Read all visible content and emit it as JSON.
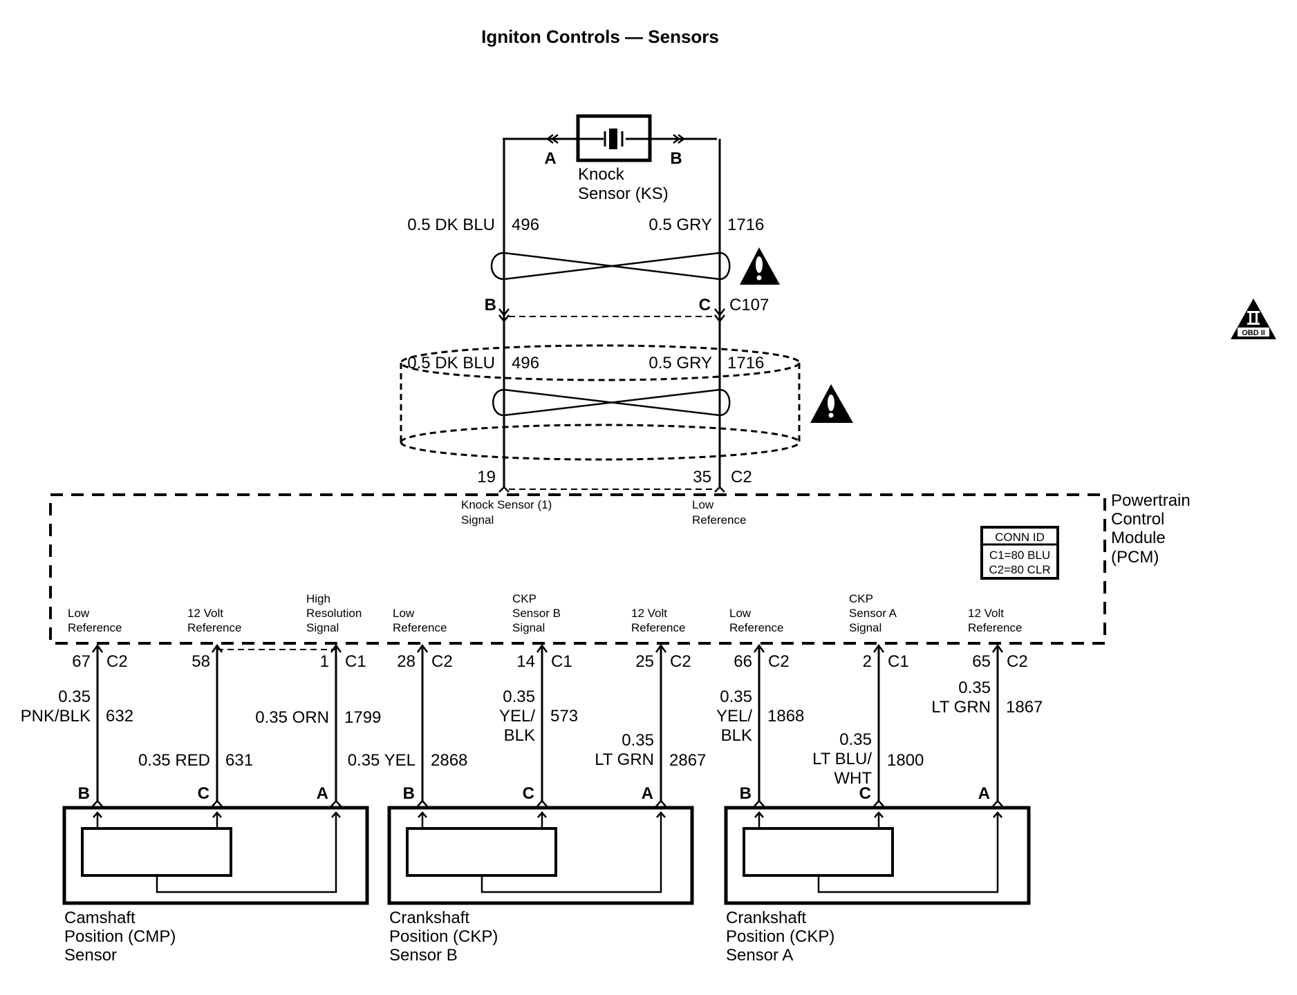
{
  "title": "Igniton Controls — Sensors",
  "knock_sensor": {
    "name_line1": "Knock",
    "name_line2": "Sensor (KS)",
    "pin_a": "A",
    "pin_b": "B"
  },
  "upper_wires": {
    "left_color": "0.5 DK BLU",
    "left_circuit": "496",
    "right_color": "0.5 GRY",
    "right_circuit": "1716"
  },
  "connector_c107": {
    "left_pin": "B",
    "right_pin": "C",
    "name": "C107"
  },
  "lower_shielded_wires": {
    "left_color": "0.5 DK BLU",
    "left_circuit": "496",
    "right_color": "0.5 GRY",
    "right_circuit": "1716"
  },
  "pcm_top_pins": {
    "left_pin": "19",
    "right_pin": "35",
    "connector": "C2",
    "left_func_line1": "Knock Sensor (1)",
    "left_func_line2": "Signal",
    "right_func_line1": "Low",
    "right_func_line2": "Reference"
  },
  "pcm": {
    "name_lines": [
      "Powertrain",
      "Control",
      "Module",
      "(PCM)"
    ],
    "conn_id": {
      "header": "CONN ID",
      "line1": "C1=80 BLU",
      "line2": "C2=80 CLR"
    }
  },
  "obd_badge": {
    "numeral": "II",
    "text": "OBD II"
  },
  "pcm_bottom_pins": [
    {
      "func": [
        "",
        "Low",
        "Reference"
      ],
      "pin": "67",
      "conn": "C2",
      "wire_color": [
        "0.35",
        "PNK/BLK"
      ],
      "circuit": "632",
      "sensor_pin": "B"
    },
    {
      "func": [
        "",
        "12 Volt",
        "Reference"
      ],
      "pin": "58",
      "conn": "",
      "wire_color": [
        "0.35 RED"
      ],
      "circuit": "631",
      "sensor_pin": "C"
    },
    {
      "func": [
        "High",
        "Resolution",
        "Signal"
      ],
      "pin": "1",
      "conn": "C1",
      "wire_color": [
        "0.35 ORN"
      ],
      "circuit": "1799",
      "sensor_pin": "A"
    },
    {
      "func": [
        "",
        "Low",
        "Reference"
      ],
      "pin": "28",
      "conn": "C2",
      "wire_color": [
        "0.35 YEL"
      ],
      "circuit": "2868",
      "sensor_pin": "B"
    },
    {
      "func": [
        "CKP",
        "Sensor B",
        "Signal"
      ],
      "pin": "14",
      "conn": "C1",
      "wire_color": [
        "0.35",
        "YEL/",
        "BLK"
      ],
      "circuit": "573",
      "sensor_pin": "C"
    },
    {
      "func": [
        "",
        "12 Volt",
        "Reference"
      ],
      "pin": "25",
      "conn": "C2",
      "wire_color": [
        "0.35",
        "LT GRN"
      ],
      "circuit": "2867",
      "sensor_pin": "A"
    },
    {
      "func": [
        "",
        "Low",
        "Reference"
      ],
      "pin": "66",
      "conn": "C2",
      "wire_color": [
        "0.35",
        "YEL/",
        "BLK"
      ],
      "circuit": "1868",
      "sensor_pin": "B"
    },
    {
      "func": [
        "CKP",
        "Sensor A",
        "Signal"
      ],
      "pin": "2",
      "conn": "C1",
      "wire_color": [
        "0.35",
        "LT BLU/",
        "WHT"
      ],
      "circuit": "1800",
      "sensor_pin": "C"
    },
    {
      "func": [
        "",
        "12 Volt",
        "Reference"
      ],
      "pin": "65",
      "conn": "C2",
      "wire_color": [
        "0.35",
        "LT GRN"
      ],
      "circuit": "1867",
      "sensor_pin": "A"
    }
  ],
  "sensors": [
    {
      "name": [
        "Camshaft",
        "Position (CMP)",
        "Sensor"
      ]
    },
    {
      "name": [
        "Crankshaft",
        "Position (CKP)",
        "Sensor B"
      ]
    },
    {
      "name": [
        "Crankshaft",
        "Position (CKP)",
        "Sensor A"
      ]
    }
  ]
}
